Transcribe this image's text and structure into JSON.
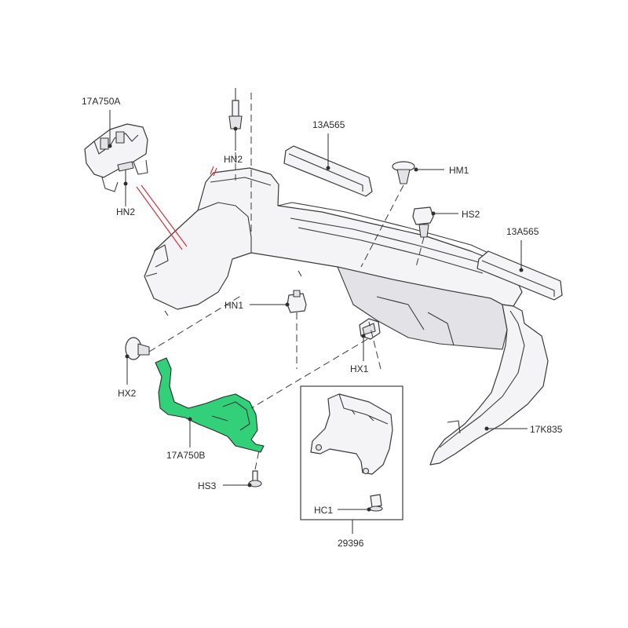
{
  "labels": {
    "l_17a750a": "17A750A",
    "l_hn2_left": "HN2",
    "l_hn2_top": "HN2",
    "l_13a565_top": "13A565",
    "l_hm1": "HM1",
    "l_hs2": "HS2",
    "l_13a565_right": "13A565",
    "l_hn1": "HN1",
    "l_hx1": "HX1",
    "l_hx2": "HX2",
    "l_17a750b": "17A750B",
    "l_hs3": "HS3",
    "l_17k835": "17K835",
    "l_hc1": "HC1",
    "l_29396": "29396"
  },
  "colors": {
    "highlight": "#33d07a",
    "line": "#3a3a3a",
    "accent_line": "#d2323c"
  }
}
